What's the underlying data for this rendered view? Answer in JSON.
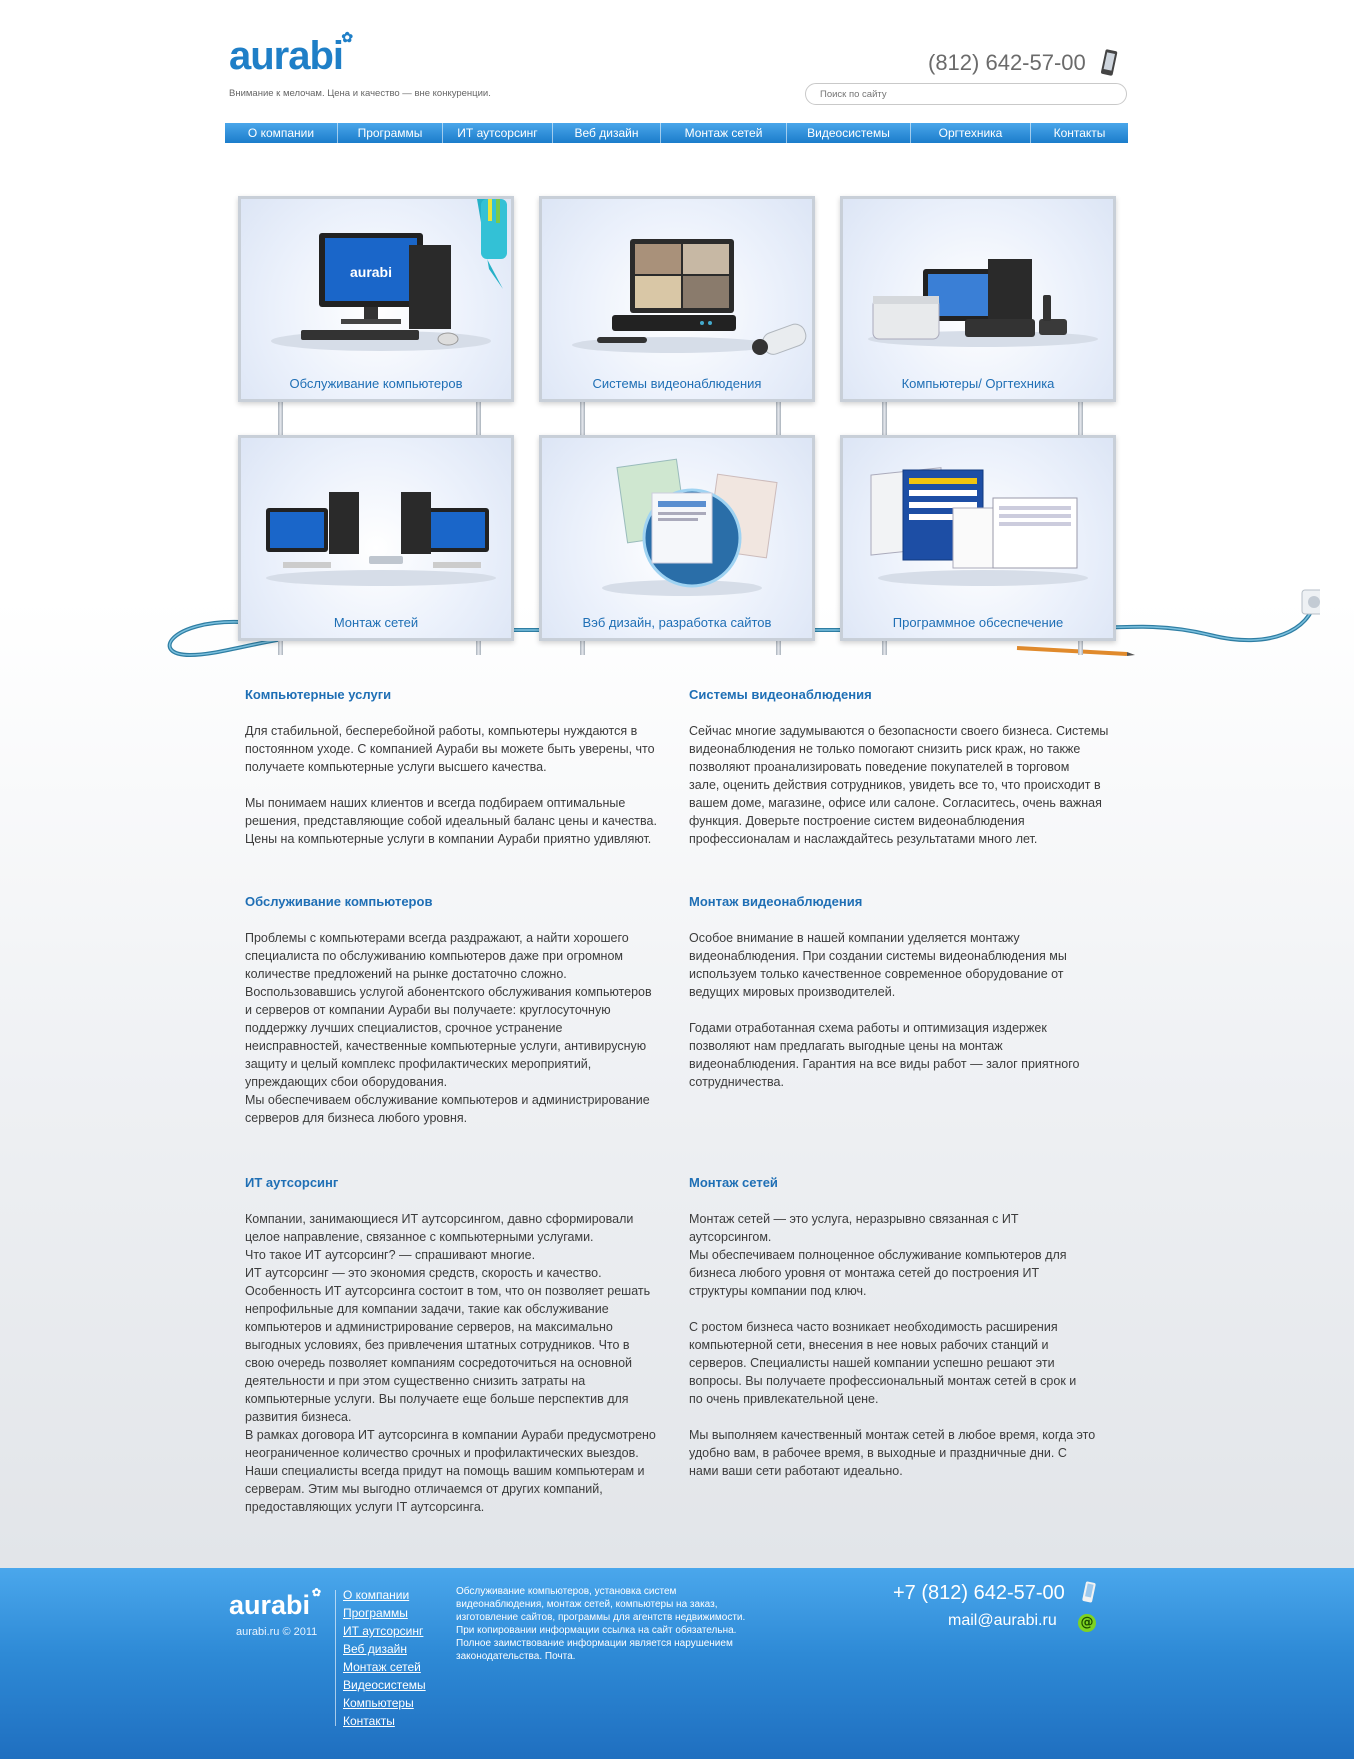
{
  "header": {
    "logo": "aurabi",
    "tagline": "Внимание к мелочам. Цена и качество — вне конкуренции.",
    "phone": "(812) 642-57-00",
    "search_placeholder": "Поиск по сайту"
  },
  "nav": [
    {
      "label": "О компании"
    },
    {
      "label": "Программы"
    },
    {
      "label": "ИТ аутсорсинг"
    },
    {
      "label": "Веб дизайн"
    },
    {
      "label": "Монтаж сетей"
    },
    {
      "label": "Видеосистемы"
    },
    {
      "label": "Оргтехника"
    },
    {
      "label": "Контакты"
    }
  ],
  "tiles": [
    {
      "label": "Обслуживание компьютеров",
      "icon": "computer-service-icon",
      "screen_text": "aurabi"
    },
    {
      "label": "Системы видеонаблюдения",
      "icon": "video-surveillance-icon"
    },
    {
      "label": "Компьютеры/ Оргтехника",
      "icon": "office-equipment-icon"
    },
    {
      "label": "Монтаж сетей",
      "icon": "network-setup-icon"
    },
    {
      "label": "Вэб дизайн, разработка сайтов",
      "icon": "web-design-icon"
    },
    {
      "label": "Программное обсеспечение",
      "icon": "software-icon"
    }
  ],
  "sections": [
    {
      "title": "Компьютерные услуги",
      "paragraphs": [
        "Для стабильной, бесперебойной работы, компьютеры нуждаются в\nпостоянном уходе. С компанией Аураби вы можете быть уверены, что\nполучаете компьютерные услуги высшего качества.",
        "Мы понимаем наших клиентов и всегда подбираем оптимальные\nрешения, представляющие собой идеальный баланс цены и качества.\nЦены на компьютерные услуги в компании Аураби приятно удивляют."
      ]
    },
    {
      "title": "Системы видеонаблюдения",
      "paragraphs": [
        "Сейчас многие задумываются о безопасности своего бизнеса. Системы\nвидеонаблюдения не только помогают снизить риск краж, но также\nпозволяют проанализировать поведение покупателей в торговом\nзале, оценить действия сотрудников, увидеть все то, что происходит в\nвашем доме, магазине, офисе или салоне. Согласитесь, очень важная\nфункция. Доверьте построение систем видеонаблюдения\nпрофессионалам и наслаждайтесь результатами много лет."
      ]
    },
    {
      "title": "Обслуживание компьютеров",
      "paragraphs": [
        "Проблемы с компьютерами всегда раздражают, а найти хорошего\nспециалиста по обслуживанию компьютеров даже при огромном\nколичестве предложений на рынке достаточно сложно.\nВоспользовавшись услугой абонентского обслуживания компьютеров\nи серверов от компании Аураби вы получаете: круглосуточную\nподдержку лучших специалистов, срочное устранение\nнеисправностей, качественные компьютерные услуги, антивирусную\nзащиту и целый комплекс профилактических мероприятий,\nупреждающих сбои оборудования.\nМы обеспечиваем обслуживание компьютеров и администрирование\nсерверов для бизнеса любого уровня."
      ]
    },
    {
      "title": "Монтаж видеонаблюдения",
      "paragraphs": [
        "Особое внимание в нашей компании уделяется монтажу\nвидеонаблюдения. При создании системы видеонаблюдения мы\nиспользуем только качественное современное оборудование от\nведущих мировых производителей.",
        "Годами отработанная схема работы и оптимизация издержек\nпозволяют нам предлагать выгодные цены на монтаж\nвидеонаблюдения. Гарантия на все виды работ — залог приятного\nсотрудничества."
      ]
    },
    {
      "title": "ИТ аутсорсинг",
      "paragraphs": [
        "Компании, занимающиеся ИТ аутсорсингом, давно сформировали\nцелое направление, связанное с компьютерными услугами.\nЧто такое ИТ аутсорсинг? — спрашивают многие.\nИТ аутсорсинг — это экономия средств, скорость и качество.\nОсобенность ИТ аутсорсинга состоит в том, что он позволяет решать\nнепрофильные для компании задачи, такие как обслуживание\nкомпьютеров и администрирование серверов, на максимально\nвыгодных условиях, без привлечения штатных сотрудников. Что в\nсвою очередь позволяет компаниям сосредоточиться на основной\nдеятельности и при этом существенно снизить затраты на\nкомпьютерные услуги. Вы получаете еще больше перспектив для\nразвития бизнеса.\nВ рамках договора ИТ аутсорсинга в компании Аураби предусмотрено\nнеограниченное количество срочных и профилактических выездов.\nНаши специалисты всегда придут на помощь вашим компьютерам и\nсерверам. Этим мы выгодно отличаемся от других компаний,\nпредоставляющих услуги IT аутсорсинга."
      ]
    },
    {
      "title": "Монтаж сетей",
      "paragraphs": [
        "Монтаж сетей — это услуга, неразрывно связанная с ИТ\nаутсорсингом.\nМы обеспечиваем полноценное обслуживание компьютеров для\nбизнеса любого уровня от монтажа сетей до построения ИТ\nструктуры компании под ключ.",
        "С ростом бизнеса часто возникает необходимость расширения\nкомпьютерной сети, внесения в нее новых рабочих станций и\nсерверов. Специалисты нашей компании успешно решают эти\nвопросы.  Вы получаете профессиональный монтаж сетей  в срок и\nпо очень привлекательной цене.",
        "Мы выполняем качественный монтаж сетей в любое время, когда это\nудобно вам, в рабочее время, в выходные и праздничные дни. С\nнами ваши сети работают идеально."
      ]
    }
  ],
  "footer": {
    "logo": "aurabi",
    "copyright": "aurabi.ru © 2011",
    "links": [
      "О компании",
      "Программы",
      "ИТ аутсорсинг",
      "Веб дизайн",
      "Монтаж сетей",
      "Видеосистемы",
      "Компьютеры",
      "Контакты"
    ],
    "description": "Обслуживание компьютеров, установка систем видеонаблюдения, монтаж сетей, компьютеры на заказ, изготовление сайтов, программы для агентств недвижимости.\nПри копировании информации ссылка на сайт обязательна. Полное заимствование информации является нарушением законодательства. Почта.",
    "phone": "+7 (812) 642-57-00",
    "email": "mail@aurabi.ru"
  },
  "colors": {
    "brand": "#1f7fc7",
    "heading": "#1f6fb5",
    "nav": "#2d8ad6",
    "footer": "#2e8ad6"
  }
}
